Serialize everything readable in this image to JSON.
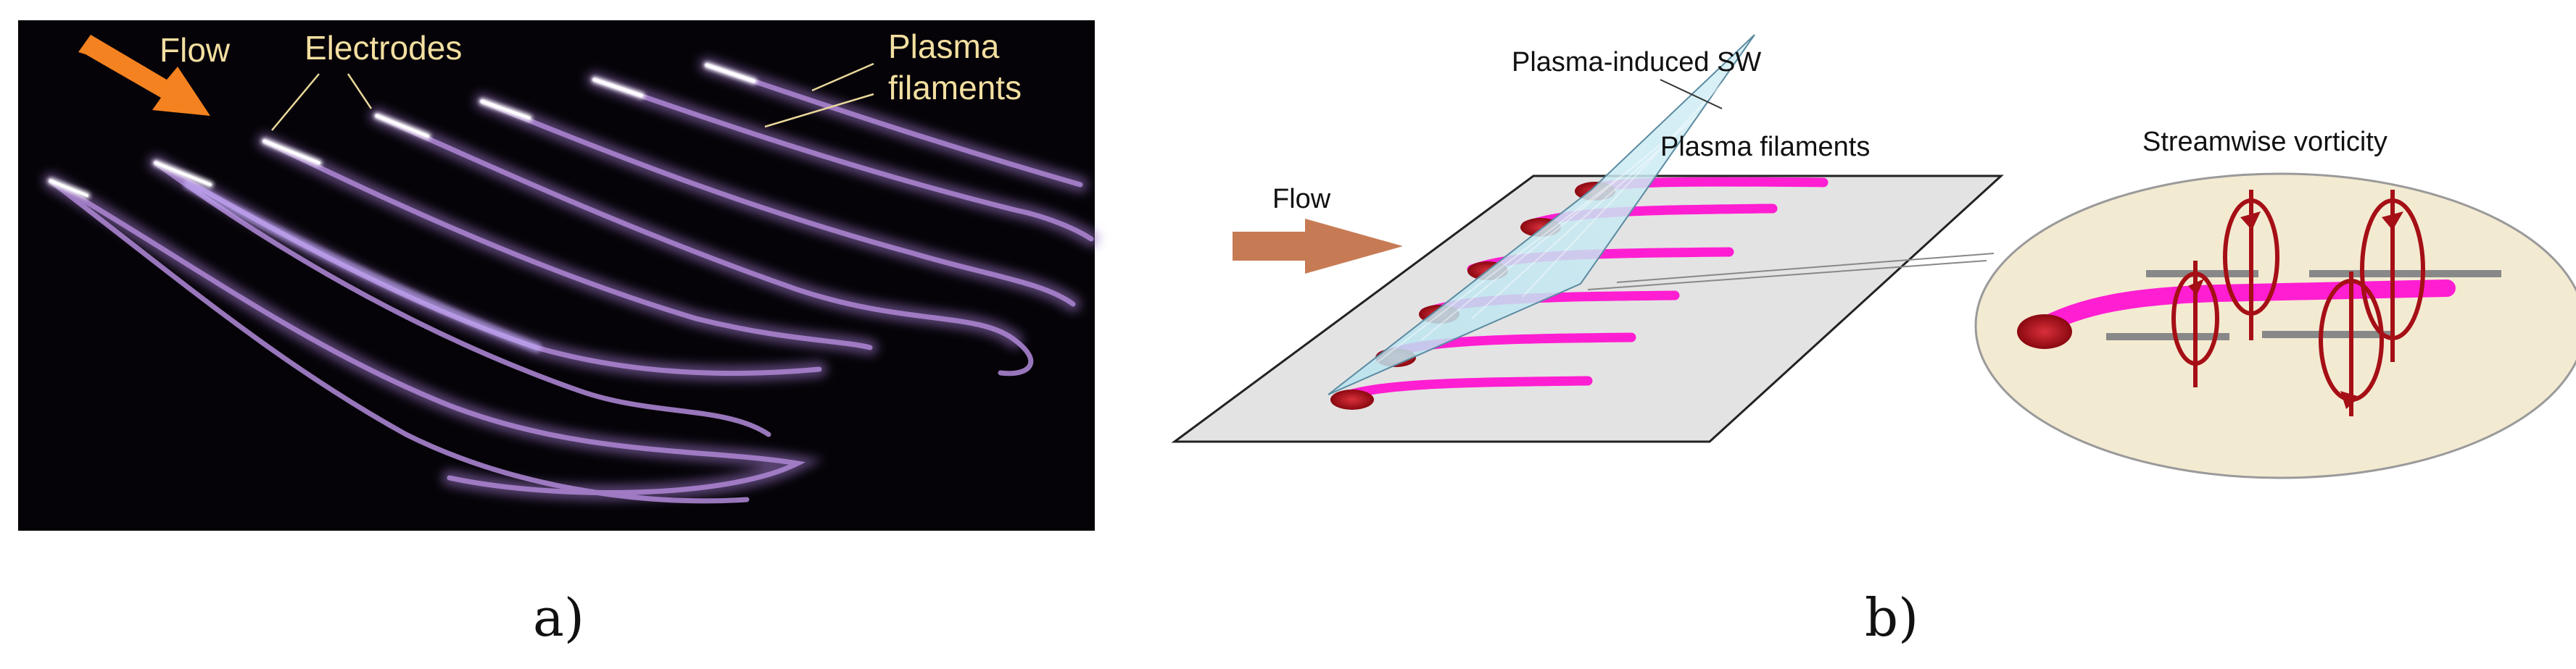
{
  "panel_a": {
    "flow_label": "Flow",
    "electrodes_label": "Electrodes",
    "plasma_label_line1": "Plasma",
    "plasma_label_line2": "filaments",
    "caption": "a)"
  },
  "panel_b": {
    "flow_label": "Flow",
    "shockwave_label": "Plasma-induced SW",
    "filaments_label": "Plasma filaments",
    "vorticity_label": "Streamwise vorticity",
    "caption": "b)"
  },
  "colors": {
    "photo_background": "#050308",
    "filament_glow": "#b58ad8",
    "filament_core": "#ffffff",
    "label_gold": "#f3dfa0",
    "arrow_orange": "#f58220",
    "arrow_brown": "#c77b55",
    "filament_magenta": "#ff1ed2",
    "electrode_red": "#b0101a",
    "plate_gray": "#dcdcdc",
    "shockwave_cyan": "#a9dcea",
    "inset_beige": "#f3ead2",
    "vortex_red": "#a50f15",
    "dash_gray": "#888888"
  },
  "icons": [
    "flow-arrow-icon",
    "vortex-loop-icon",
    "electrode-dot-icon"
  ]
}
